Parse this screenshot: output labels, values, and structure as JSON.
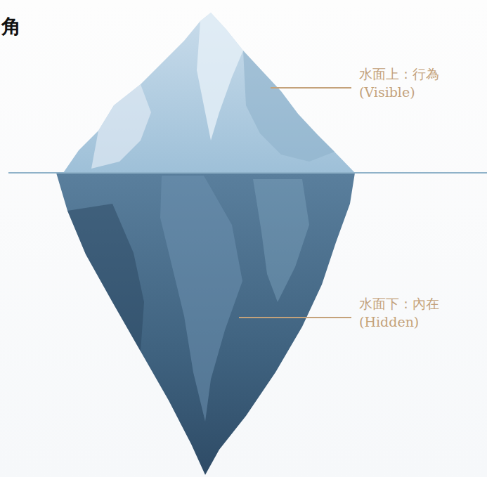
{
  "diagram": {
    "labels": [
      "角",
      "水面上：行為 (Visible)",
      "水面下：內在 (Hidden)"
    ]
  }
}
